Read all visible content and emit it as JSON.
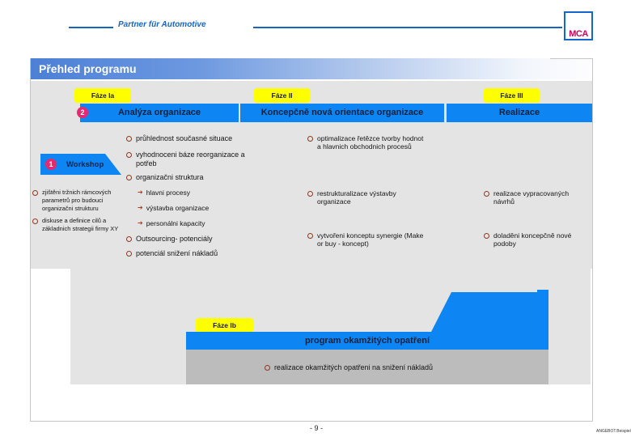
{
  "header": {
    "brand": "Partner für Automotive",
    "logo": "MCA"
  },
  "slide": {
    "title": "Přehled programu",
    "page_number": "- 9 -",
    "footer_note": "ANGEBOT.Beispiel"
  },
  "phases": {
    "ia": "Fáze Ia",
    "ii": "Fáze II",
    "iii": "Fáze III",
    "ib": "Fáze Ib"
  },
  "process_bar": {
    "step_number": "2",
    "analysis": "Analýza organizace",
    "concept": "Koncepčně nová orientace organizace",
    "realization": "Realizace"
  },
  "workshop": {
    "number": "1",
    "label": "Workshop",
    "items": [
      "zjištěni tržnich rámcových parametrů pro budouci organizačni strukturu",
      "diskuse a definice cilů a základnich strategii firmy XY"
    ]
  },
  "analysis": {
    "items": [
      "průhlednost současné situace",
      "vyhodnoceni báze reorganizace a potřeb",
      "organizačni struktura",
      "Outsourcing- potenciály",
      "potenciál snižení nákladů"
    ],
    "sub_items": [
      "hlavni procesy",
      "výstavba organizace",
      "personálni kapacity"
    ]
  },
  "concept": {
    "items": [
      "optimalizace řetězce tvorby hodnot a hlavnich obchodnich procesů",
      "restrukturalizace výstavby organizace",
      "vytvořeni konceptu synergie (Make or buy - koncept)"
    ]
  },
  "realization": {
    "items": [
      "realizace vypracovaných návrhů",
      "doladěni koncepčně nové podoby"
    ]
  },
  "immediate": {
    "label": "program okamžitých opatření",
    "item": "realizace okamžitých opatřeni na snižení nákladů"
  },
  "icons": {
    "circle_bullet": "ring",
    "sub_arrow": "➔"
  },
  "colors": {
    "accent_blue": "#0d86f3",
    "title_gradient_start": "#4c80d6",
    "brand_blue": "#1a64c0",
    "logo_magenta": "#d2005e",
    "phase_yellow": "#ffff00",
    "step_pink": "#e52a70",
    "bullet_brown": "#8c3a20",
    "panel_gray": "#e4e4e4",
    "bar_gray": "#bcbcbc"
  }
}
